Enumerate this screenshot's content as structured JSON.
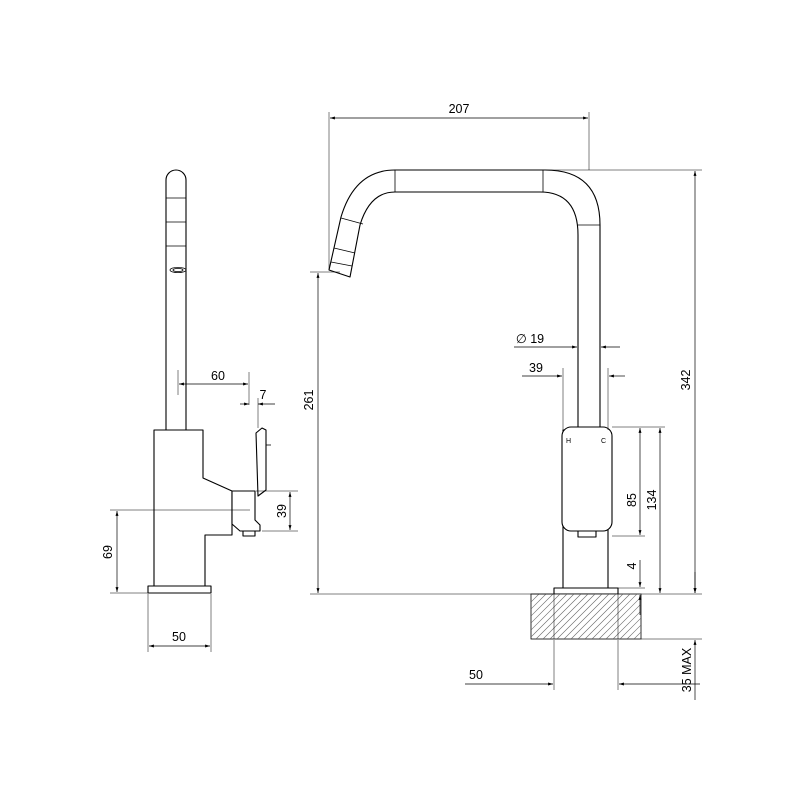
{
  "side_view": {
    "dim_spout_offset": "60",
    "dim_lever_offset": "7",
    "dim_lever_height": "39",
    "dim_lever_axis_height": "69",
    "dim_base_width": "50"
  },
  "front_view": {
    "dim_overall_reach": "207",
    "dim_outlet_height": "261",
    "dim_overall_height": "342",
    "dim_spout_diameter": "∅ 19",
    "dim_body_width": "39",
    "dim_handle_height": "85",
    "dim_handle_top_height": "134",
    "dim_handle_gap": "4",
    "dim_base_diameter": "50",
    "dim_bench_thickness": "35 MAX",
    "handle_hot_mark": "H",
    "handle_cold_mark": "C"
  }
}
